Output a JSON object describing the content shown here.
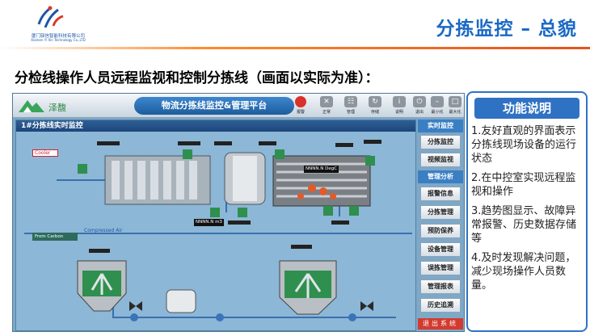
{
  "header": {
    "company_cn": "厦门驿信智能科技有限公司",
    "company_en": "Xiamen Yi Xin Technology Co.,LTD",
    "slide_title": "分拣监控 – 总貌",
    "accent_color": "#1a69c4",
    "bar_color": "#e6521c"
  },
  "heading": "分检线操作人员远程监视和控制分拣线（画面以实际为准）：",
  "scada": {
    "brand_name": "泽馥",
    "platform_title": "物流分拣线监控&管理平台",
    "toolbar": [
      {
        "icon": "alarm-icon",
        "label": "报警"
      },
      {
        "icon": "stop-icon",
        "label": "正常"
      },
      {
        "icon": "manage-icon",
        "label": "管理"
      },
      {
        "icon": "reset-icon",
        "label": "存储"
      },
      {
        "icon": "info-icon",
        "label": "说明"
      },
      {
        "icon": "power-icon",
        "label": "退出"
      },
      {
        "icon": "minimize-icon",
        "label": "最小化"
      },
      {
        "icon": "maximize-icon",
        "label": "最大化"
      }
    ],
    "view_title": "1#分拣线实时监控",
    "cooler_label": "Cooler",
    "from_carbon_label": "From Carbon",
    "compressed_air_label": "Compressed Air",
    "readouts": [
      "NNNN.N",
      "DegC",
      "NNNN.N",
      "m3"
    ],
    "sidebar": {
      "realtime_header": "实时监控",
      "realtime_items": [
        "分拣监控",
        "视频监视"
      ],
      "management_header": "管理分析",
      "management_items": [
        "报警信息",
        "分拣管理",
        "预防保养",
        "设备管理",
        "误拣管理",
        "管理报表",
        "历史追溯"
      ],
      "exit_label": "退出系统"
    }
  },
  "panel": {
    "title": "功能说明",
    "items": [
      "1.友好直观的界面表示分拣线现场设备的运行状态",
      "2.在中控室实现远程监视和操作",
      "3.趋势图显示、故障异常报警、历史数据存储等",
      "4.及时发现解决问题，减少现场操作人员数量。"
    ]
  }
}
